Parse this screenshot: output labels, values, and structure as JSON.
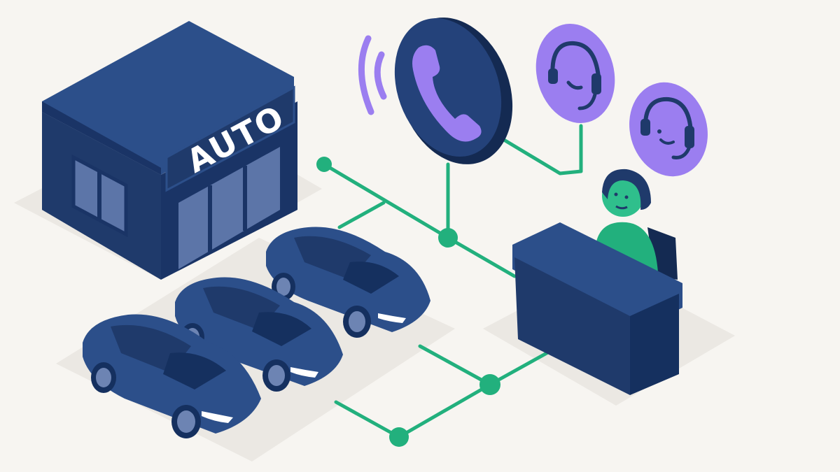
{
  "scene": {
    "description": "Isometric illustration of a car dealership connected to a call center / receptionist network",
    "background": "#f7f5f1"
  },
  "dealership": {
    "sign_text": "AUTO"
  },
  "cars": {
    "count": 3
  },
  "phone": {
    "icon": "phone-handset-icon",
    "waves": 2
  },
  "agents": [
    {
      "icon": "headset-agent-icon"
    },
    {
      "icon": "headset-agent-icon"
    }
  ],
  "receptionist": {
    "icon": "receptionist-with-headset"
  },
  "colors": {
    "navy": "#1f3a6b",
    "navy_dark": "#142a52",
    "navy_light": "#2c4f8a",
    "window": "#5c75a8",
    "purple": "#9b7ef0",
    "green": "#22b07d",
    "shadow": "#e6e3de",
    "headlight": "#ffffff"
  }
}
